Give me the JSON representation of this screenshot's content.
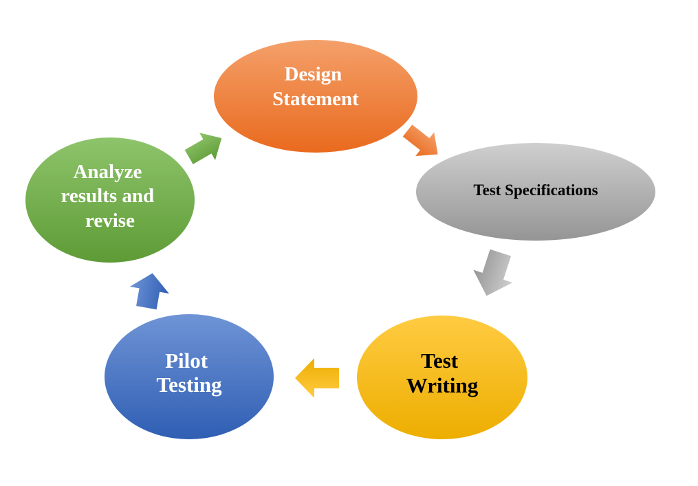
{
  "diagram": {
    "type": "cycle",
    "nodes": {
      "design": {
        "lines": [
          "Design",
          "Statement"
        ],
        "color": "#ED7D31",
        "text_color": "#ffffff"
      },
      "specs": {
        "lines": [
          "Test Specifications"
        ],
        "color": "#A5A5A5",
        "text_color": "#000000"
      },
      "writing": {
        "lines": [
          "Test",
          "Writing"
        ],
        "color": "#FFC000",
        "text_color": "#000000"
      },
      "pilot": {
        "lines": [
          "Pilot",
          "Testing"
        ],
        "color": "#4472C4",
        "text_color": "#ffffff"
      },
      "analyze": {
        "lines": [
          "Analyze",
          "results and",
          "revise"
        ],
        "color": "#70AD47",
        "text_color": "#ffffff"
      }
    },
    "flow": [
      "design",
      "specs",
      "writing",
      "pilot",
      "analyze",
      "design"
    ]
  }
}
